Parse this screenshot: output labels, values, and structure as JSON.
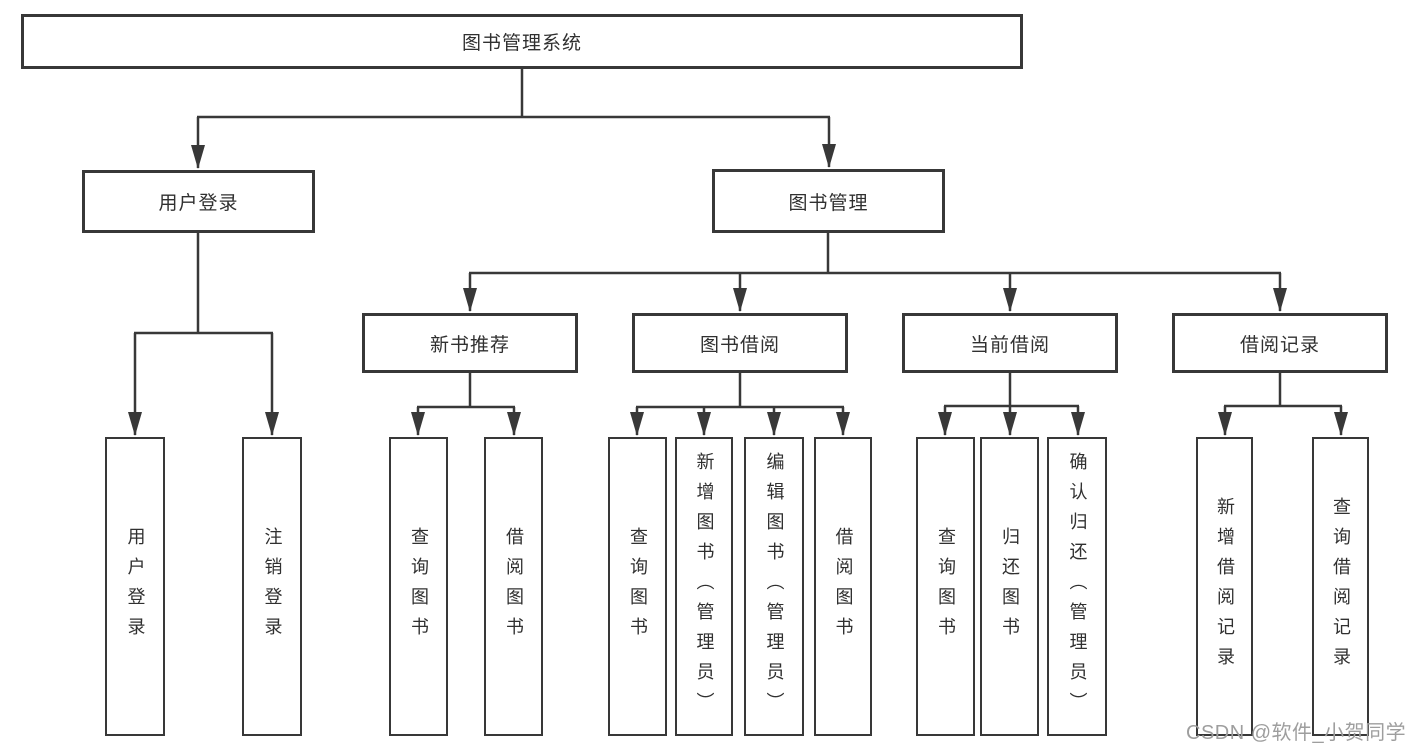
{
  "diagram": {
    "root": {
      "label": "图书管理系统"
    },
    "user_login": {
      "label": "用户登录",
      "children": [
        {
          "label": "用户登录"
        },
        {
          "label": "注销登录"
        }
      ]
    },
    "book_mgmt": {
      "label": "图书管理",
      "sections": [
        {
          "label": "新书推荐",
          "children": [
            {
              "label": "查询图书"
            },
            {
              "label": "借阅图书"
            }
          ]
        },
        {
          "label": "图书借阅",
          "children": [
            {
              "label": "查询图书"
            },
            {
              "label": "新增图书（管理员）"
            },
            {
              "label": "编辑图书（管理员）"
            },
            {
              "label": "借阅图书"
            }
          ]
        },
        {
          "label": "当前借阅",
          "children": [
            {
              "label": "查询图书"
            },
            {
              "label": "归还图书"
            },
            {
              "label": "确认归还（管理员）"
            }
          ]
        },
        {
          "label": "借阅记录",
          "children": [
            {
              "label": "新增借阅记录"
            },
            {
              "label": "查询借阅记录"
            }
          ]
        }
      ]
    },
    "colors": {
      "line": "#383838",
      "text": "#303030",
      "background": "#ffffff",
      "watermark": "#9e9e9e"
    }
  },
  "watermark": {
    "text": "CSDN @软件_小贺同学"
  }
}
